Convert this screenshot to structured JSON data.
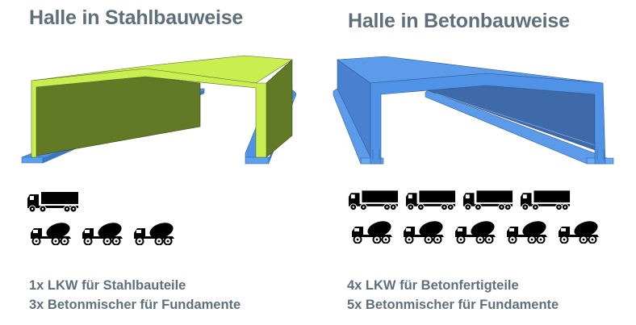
{
  "left_panel": {
    "title": "Halle in Stahlbauweise",
    "structure_color": "#c8ef4f",
    "wall_color": "#627a26",
    "foundation_color": "#4f93e6",
    "trucks": {
      "count": 1,
      "icon": "semi-truck-icon"
    },
    "mixers": {
      "count": 3,
      "icon": "concrete-mixer-truck-icon"
    },
    "caption_line1": "1x LKW für Stahlbauteile",
    "caption_line2": "3x Betonmischer für Fundamente"
  },
  "right_panel": {
    "title": "Halle in Betonbauweise",
    "structure_color": "#5b9bea",
    "wall_color": "#3e6aaa",
    "trucks": {
      "count": 4,
      "icon": "semi-truck-icon"
    },
    "mixers": {
      "count": 5,
      "icon": "concrete-mixer-truck-icon"
    },
    "caption_line1": "4x LKW für Betonfertigteile",
    "caption_line2": "5x Betonmischer für Fundamente"
  },
  "colors": {
    "text": "#5f707c",
    "icon": "#000000",
    "background": "#ffffff"
  }
}
